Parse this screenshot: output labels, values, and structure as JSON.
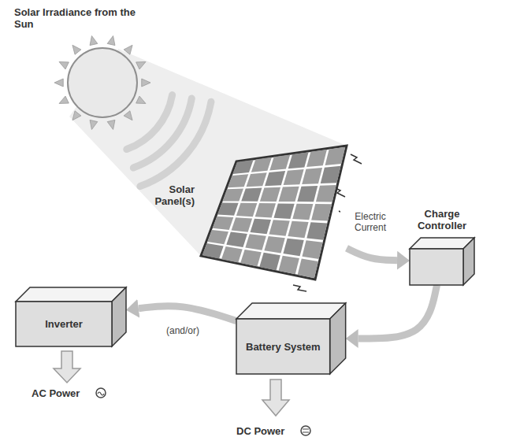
{
  "diagram": {
    "nodes": [
      {
        "text": [
          "Solar Irradiance from the Sun"
        ]
      },
      {
        "text": [
          "Solar Panel(s)"
        ]
      },
      {
        "text": [
          "Charge Controller"
        ]
      },
      {
        "text": [
          "Battery System"
        ]
      },
      {
        "text": [
          "Inverter"
        ]
      }
    ],
    "edges": [
      {
        "from": 1,
        "to": 2,
        "label": "Electric Current",
        "arrow": "to"
      },
      {
        "from": 2,
        "to": 3,
        "arrow": "to"
      },
      {
        "from": 3,
        "to": 4,
        "label": "(and/or)",
        "arrow": "to"
      }
    ],
    "labels": [
      "AC Power",
      "DC Power"
    ]
  }
}
